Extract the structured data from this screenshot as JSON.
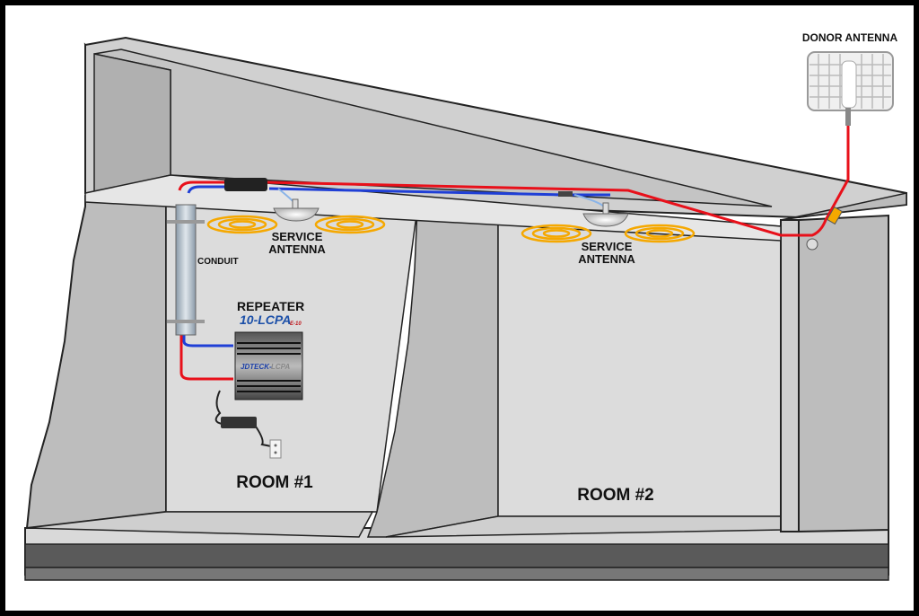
{
  "labels": {
    "donor_antenna": "DONOR ANTENNA",
    "service_antenna_1": [
      "SERVICE",
      "ANTENNA"
    ],
    "service_antenna_2": [
      "SERVICE",
      "ANTENNA"
    ],
    "conduit": "CONDUIT",
    "repeater": "REPEATER",
    "repeater_model": "10-LCPA",
    "repeater_model_suffix": "E-10",
    "repeater_brand": "JDTECK-",
    "repeater_brand_model": "LCPA",
    "room_1": "ROOM #1",
    "room_2": "ROOM #2"
  },
  "colors": {
    "cable_red": "#e8101a",
    "cable_blue": "#1f3fd6",
    "wave": "#f5a800",
    "model_blue": "#1b4fa8"
  }
}
